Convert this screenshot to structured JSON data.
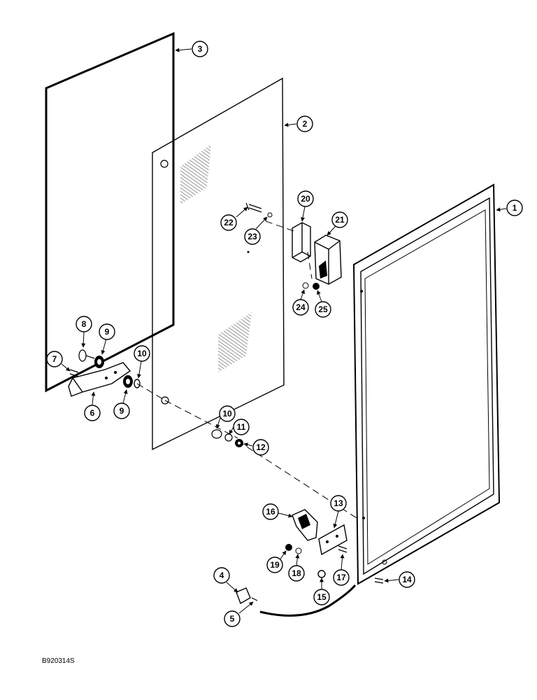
{
  "drawing": {
    "id_label": "B920314S",
    "callouts": [
      "1",
      "2",
      "3",
      "4",
      "5",
      "6",
      "7",
      "8",
      "9",
      "9",
      "10",
      "10",
      "11",
      "12",
      "13",
      "14",
      "15",
      "16",
      "17",
      "18",
      "19",
      "20",
      "21",
      "22",
      "23",
      "24",
      "25"
    ]
  },
  "colors": {
    "ink": "#000000",
    "paper": "#ffffff"
  }
}
